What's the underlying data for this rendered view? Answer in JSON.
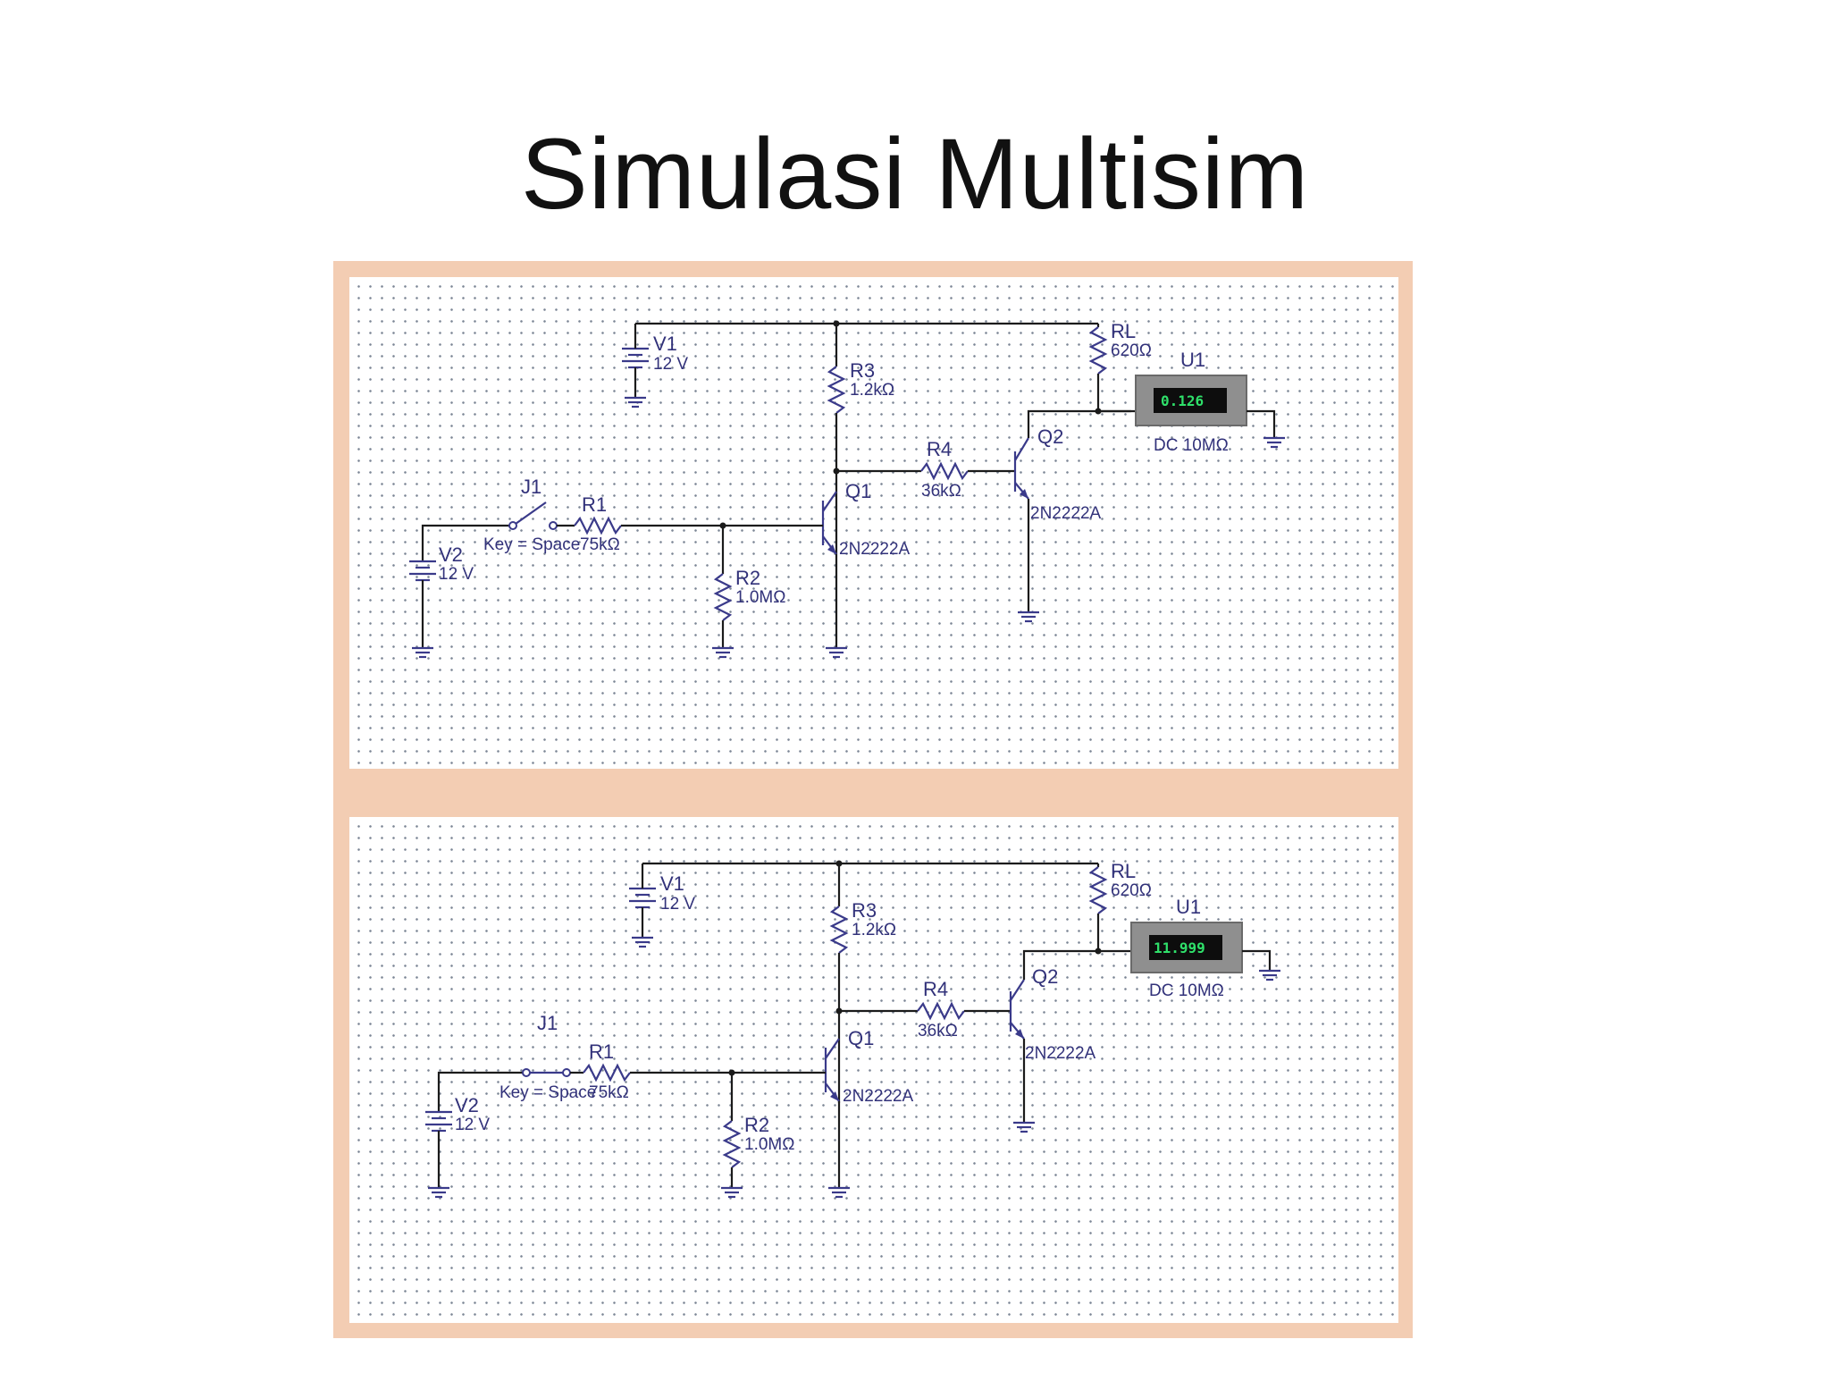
{
  "title": "Simulasi Multisim",
  "colors": {
    "frame": "#f3cdb3",
    "grid_dot": "#7d8796",
    "wire": "#1b1b1b",
    "component": "#3a3a8a",
    "meter_text": "#2fe06a"
  },
  "circuits": [
    {
      "switch_state": "open",
      "V1": {
        "name": "V1",
        "value": "12 V"
      },
      "V2": {
        "name": "V2",
        "value": "12 V"
      },
      "J1": {
        "name": "J1",
        "key": "Key = Space"
      },
      "R1": {
        "name": "R1",
        "value": "75kΩ"
      },
      "R2": {
        "name": "R2",
        "value": "1.0MΩ"
      },
      "R3": {
        "name": "R3",
        "value": "1.2kΩ"
      },
      "R4": {
        "name": "R4",
        "value": "36kΩ"
      },
      "RL": {
        "name": "RL",
        "value": "620Ω"
      },
      "Q1": {
        "name": "Q1",
        "model": "2N2222A"
      },
      "Q2": {
        "name": "Q2",
        "model": "2N2222A"
      },
      "U1": {
        "name": "U1",
        "reading": "0.126",
        "mode": "DC 10MΩ"
      }
    },
    {
      "switch_state": "closed",
      "V1": {
        "name": "V1",
        "value": "12 V"
      },
      "V2": {
        "name": "V2",
        "value": "12 V"
      },
      "J1": {
        "name": "J1",
        "key": "Key = Space"
      },
      "R1": {
        "name": "R1",
        "value": "75kΩ"
      },
      "R2": {
        "name": "R2",
        "value": "1.0MΩ"
      },
      "R3": {
        "name": "R3",
        "value": "1.2kΩ"
      },
      "R4": {
        "name": "R4",
        "value": "36kΩ"
      },
      "RL": {
        "name": "RL",
        "value": "620Ω"
      },
      "Q1": {
        "name": "Q1",
        "model": "2N2222A"
      },
      "Q2": {
        "name": "Q2",
        "model": "2N2222A"
      },
      "U1": {
        "name": "U1",
        "reading": "11.999",
        "mode": "DC 10MΩ"
      }
    }
  ]
}
